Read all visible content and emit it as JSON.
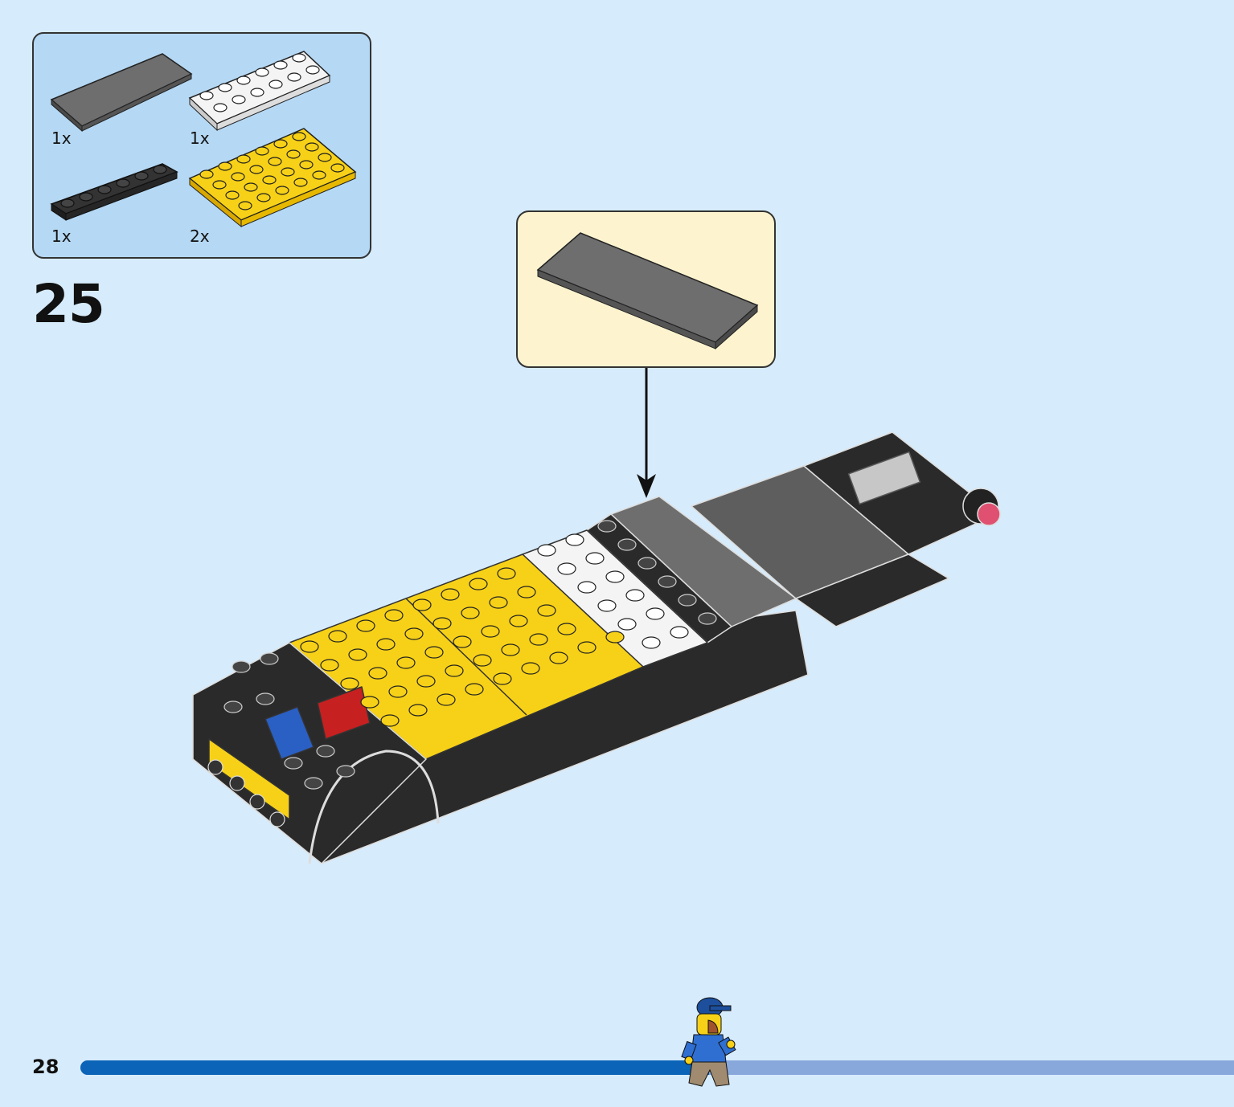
{
  "parts_list": {
    "items": [
      {
        "qty": "1x",
        "part": "dark-gray-tile"
      },
      {
        "qty": "1x",
        "part": "white-plate"
      },
      {
        "qty": "1x",
        "part": "black-plate"
      },
      {
        "qty": "2x",
        "part": "yellow-plate"
      }
    ]
  },
  "step": {
    "number": "25"
  },
  "footer": {
    "page_number": "28",
    "progress": 0.545
  },
  "colors": {
    "background": "#d6ebfb",
    "parts_box": "#b5d8f4",
    "callout_box": "#fdf4cf",
    "progress_fill": "#0b64b8",
    "progress_track": "#88a8dc",
    "yellow": "#f7d117",
    "dark_gray": "#6b6b6b",
    "black": "#2a2a2a"
  }
}
